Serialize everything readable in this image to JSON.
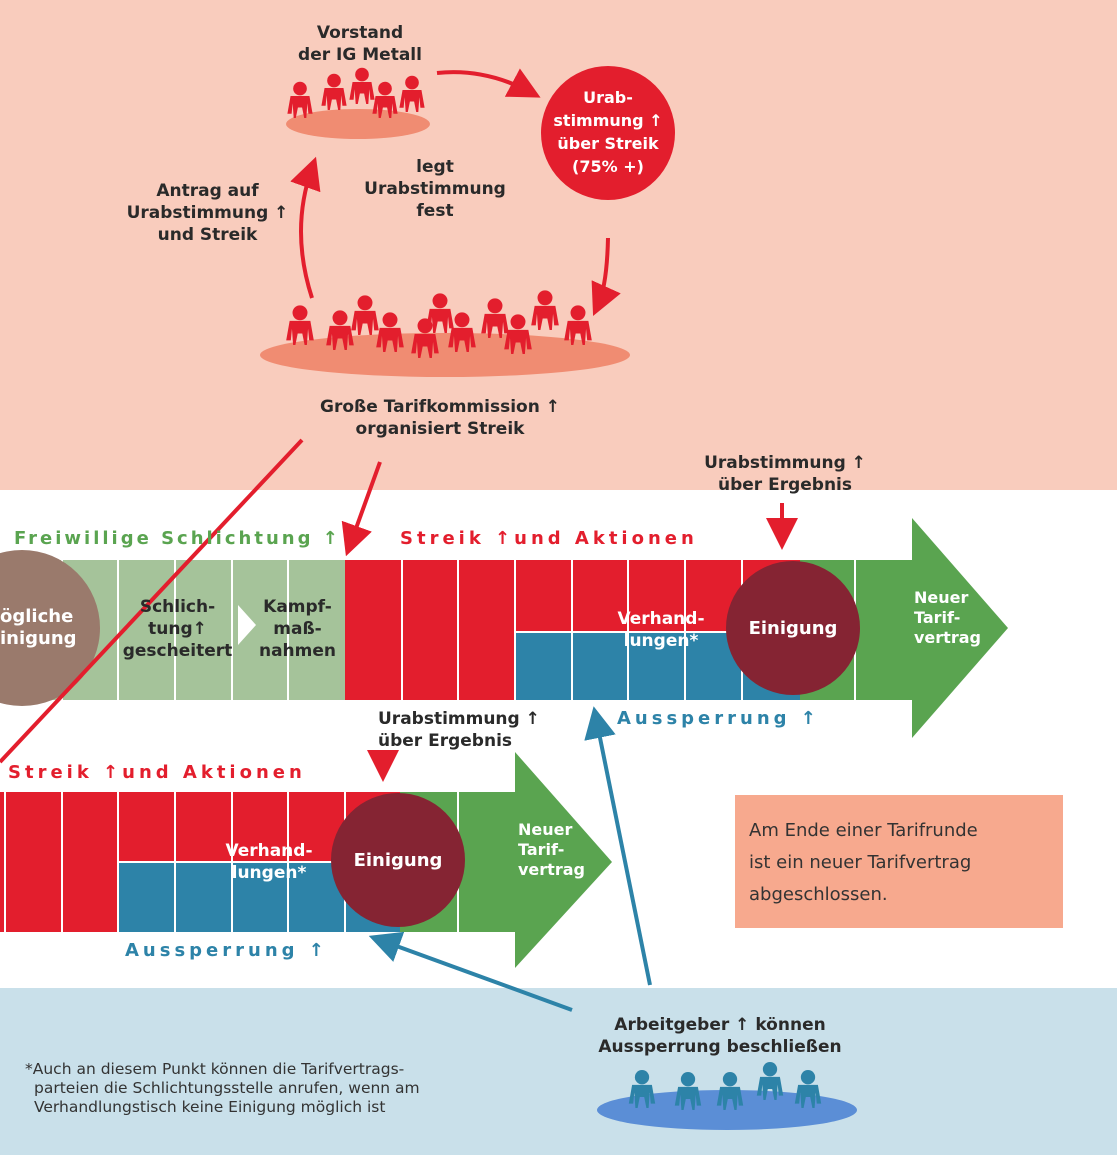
{
  "colors": {
    "red": "#e31e2d",
    "blue": "#2d83a8",
    "green": "#5aa450",
    "lightgreen": "#a5c39a",
    "darkred": "#852433",
    "salmon": "#f9ccbd",
    "lightblue": "#c9e0ea"
  },
  "top": {
    "vorstand": [
      "Vorstand",
      "der IG Metall"
    ],
    "legt": [
      "legt",
      "Urabstimmung",
      "fest"
    ],
    "antrag": [
      "Antrag auf",
      "Urabstimmung ↑",
      "und Streik"
    ],
    "urab_circle": [
      "Urab-",
      "stimmung ↑",
      "über Streik",
      "(75% +)"
    ],
    "kommission": [
      "Große Tarifkommission ↑",
      "organisiert Streik"
    ]
  },
  "middle": {
    "urab_ergebnis": [
      "Urabstimmung ↑",
      "über Ergebnis"
    ],
    "freiwillige": "Freiwillige Schlichtung ↑",
    "streik_aktionen": "Streik ↑und Aktionen",
    "moegliche": [
      "ögliche",
      "inigung"
    ],
    "schlichtung": [
      "Schlich-",
      "tung↑",
      "gescheitert"
    ],
    "kampf": [
      "Kampf-",
      "maß-",
      "nahmen"
    ],
    "verhandlungen": [
      "Verhand-",
      "lungen*"
    ],
    "einigung": "Einigung",
    "neuer": [
      "Neuer",
      "Tarif-",
      "vertrag"
    ],
    "aussperrung": "Aussperrung ↑",
    "urab_ergebnis2": [
      "Urabstimmung ↑",
      "über Ergebnis"
    ]
  },
  "lower": {
    "streik_aktionen": "Streik ↑und Aktionen",
    "verhandlungen": [
      "Verhand-",
      "lungen*"
    ],
    "einigung": "Einigung",
    "neuer": [
      "Neuer",
      "Tarif-",
      "vertrag"
    ],
    "aussperrung": "Aussperrung ↑"
  },
  "info": [
    "Am Ende einer Tarifrunde",
    "ist ein neuer Tarifvertrag",
    "abgeschlossen."
  ],
  "arbeitgeber": [
    "Arbeitgeber ↑ können",
    "Aussperrung beschließen"
  ],
  "footnote": [
    "*Auch an diesem Punkt können die Tarifvertrags-",
    "parteien die Schlichtungsstelle anrufen, wenn am",
    "Verhandlungstisch keine Einigung möglich ist"
  ]
}
